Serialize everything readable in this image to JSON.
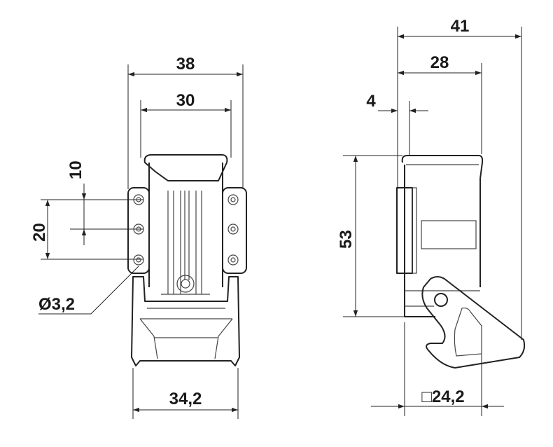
{
  "drawing": {
    "front_view": {
      "width_overall": "38",
      "width_inner": "30",
      "pitch_small": "10",
      "pitch_large": "20",
      "hole_diameter": "Ø3,2",
      "width_bottom": "34,2"
    },
    "side_view": {
      "depth_overall": "41",
      "depth_body": "28",
      "offset": "4",
      "height": "53",
      "square_size": "□24,2"
    }
  }
}
